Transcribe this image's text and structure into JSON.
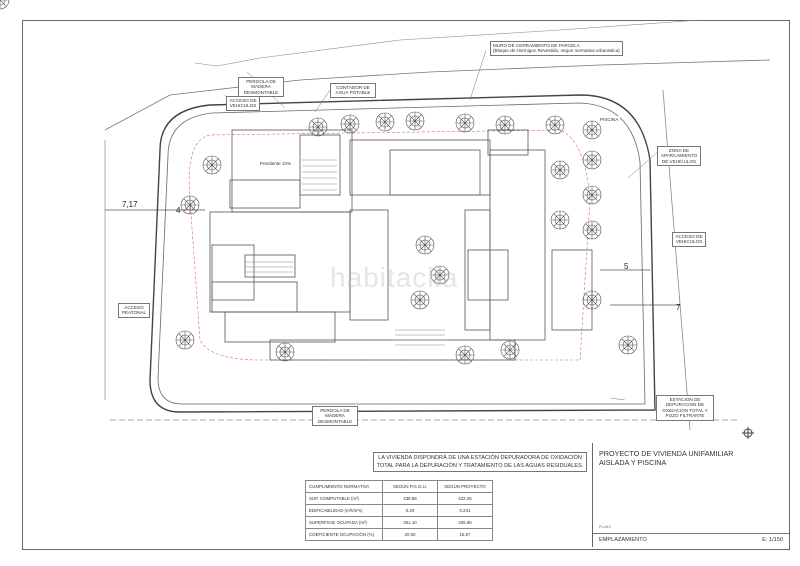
{
  "labels": {
    "muro_line1": "MURO DE CERRAMIENTO DE PARCELA",
    "muro_line2": "(Bloque de Hormigon Revestido, segun normativa urbanistica)",
    "pergola_top": "PERGOLA DE MADERA DESMONTABLE",
    "contador": "CONTADOR DE AGUA POTABLE",
    "acceso_vehiculos_left": "ACCESO DE VEHICULOS",
    "piscina": "PISCINA",
    "zona_aparcamiento": "ZONA DE APARCAMIENTO DE VEHICULOS",
    "acceso_vehiculos_right": "ACCESO DE VEHICULOS",
    "acceso_peatonal": "ACCESO PEATONAL",
    "pergola_bottom": "PERGOLA DE MADERA DESMONTABLE",
    "estacion": "ESTACION DE DEPURACION DE OXIDACION TOTAL Y POZO FILTRANTE",
    "pendiente": "Pendiente 10%"
  },
  "dimensions": [
    "7,17",
    "4",
    "5",
    "7"
  ],
  "watermark": "habitaclia",
  "note": "LA VIVIENDA DISPONDRÁ DE UNA ESTACIÓN DEPURADORA DE OXIDACIÓN TOTAL PARA LA DEPURACIÓN Y TRATAMIENTO DE LAS AGUAS RESIDUALES.",
  "compliance_table": {
    "headers": [
      "CUMPLIMIENTO NORMATIVA",
      "SEGÚN P.G.O.U.",
      "SEGÚN PROYECTO"
    ],
    "rows": [
      [
        "SUP. COMPUTABLE (m²)",
        "438.88",
        "422.25"
      ],
      [
        "EDIFICABILIDAD (m²t/m²s)",
        "0.20",
        "0.241"
      ],
      [
        "SUPERFICIE OCUPADA (m²)",
        "351.10",
        "325.96"
      ],
      [
        "COEFICIENTE OCUPACIÓN (%)",
        "20.00",
        "18.57"
      ]
    ]
  },
  "title_block": {
    "project_line1": "PROYECTO  DE VIVIENDA UNIFAMILIAR",
    "project_line2": "AISLADA Y PISCINA",
    "plano_label": "PLANO",
    "plano": "EMPLAZAMIENTO",
    "scale": "E: 1/150"
  }
}
